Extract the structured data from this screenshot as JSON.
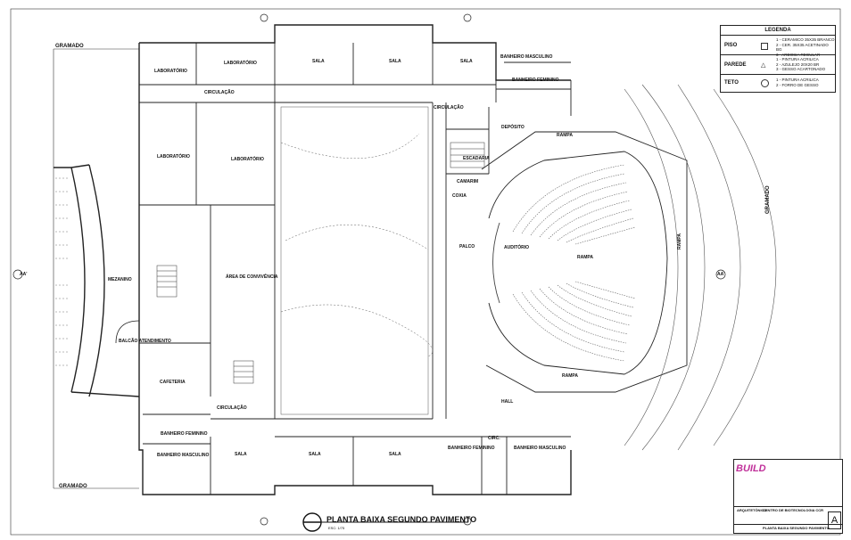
{
  "drawing": {
    "title": "PLANTA BAIXA SEGUNDO PAVIMENTO",
    "scale": "ESC: 1/75",
    "section_marks": [
      "AA'",
      "AA'"
    ]
  },
  "legend": {
    "title": "LEGENDA",
    "piso": {
      "label": "PISO",
      "items": [
        "1 - CERAMICO 35X35 BRANCO",
        "2 - CER. 35X35 ACETINADO BG",
        "3 - ARDOSIA REGULAR"
      ]
    },
    "parede": {
      "label": "PAREDE",
      "items": [
        "1 - PINTURA ACRILICA",
        "2 - AZULEJO 20X20 BR",
        "3 - GESSO ACARTONADO"
      ]
    },
    "teto": {
      "label": "TETO",
      "items": [
        "1 - PINTURA ACRILICA",
        "2 - FORRO DE GESSO"
      ]
    }
  },
  "rooms": {
    "gramado_top": "GRAMADO",
    "gramado_bottom": "GRAMADO",
    "gramado_right": "GRAMADO",
    "lab1": "LABORATÓRIO",
    "lab2": "LABORATÓRIO",
    "lab3": "LABORATÓRIO",
    "lab4": "LABORATÓRIO",
    "circ1": "CIRCULAÇÃO",
    "circ2": "CIRCULAÇÃO",
    "circ3": "CIRCULAÇÃO",
    "sala1": "SALA",
    "sala2": "SALA",
    "sala3": "SALA",
    "sala4": "SALA",
    "sala5": "SALA",
    "sala6": "SALA",
    "ban_masc_top": "BANHEIRO MASCULINO",
    "ban_fem_top": "BANHEIRO FEMININO",
    "ban_fem_bl": "BANHEIRO FEMININO",
    "ban_masc_bl": "BANHEIRO MASCULINO",
    "ban_fem_br": "BANHEIRO FEMININO",
    "ban_masc_br": "BANHEIRO MASCULINO",
    "circ_small": "CIRC.",
    "deposito": "DEPÓSITO",
    "escadaria": "ESCADARIA",
    "camarim": "CAMARIM",
    "coxia": "COXIA",
    "palco": "PALCO",
    "auditorio": "AUDITÓRIO",
    "rampa_top": "RAMPA",
    "rampa_mid": "RAMPA",
    "rampa_bot": "RAMPA",
    "rampa_right": "RAMPA",
    "hall": "HALL",
    "mezanino": "MEZANINO",
    "area_conv": "ÁREA DE CONVIVÊNCIA",
    "balcao": "BALCÃO ATENDIMENTO",
    "cafeteria": "CAFETERIA"
  },
  "title_block": {
    "logo": "BUILD",
    "discipline": "ARQUITETÔNICO",
    "project": "CENTRO DE BIOTECNOLOGIA CCR",
    "sheet": "PLANTA BAIXA SEGUNDO PAVIMENTO",
    "sheet_letter": "A"
  },
  "colors": {
    "line": "#222222",
    "logo": "#c0309a"
  }
}
